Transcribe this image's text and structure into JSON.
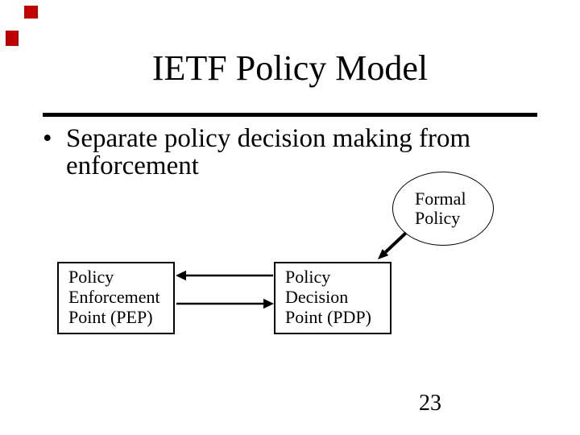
{
  "slide": {
    "title": "IETF Policy Model",
    "page_number": "23"
  },
  "colors": {
    "decoration_square": "#c00000",
    "ink": "#000000",
    "background": "#ffffff"
  },
  "bullet": {
    "marker": "•",
    "text": "Separate policy decision making from enforcement",
    "lines": [
      "Separate policy decision making from",
      "enforcement"
    ]
  },
  "diagram": {
    "formal_policy_ellipse": {
      "lines": [
        "Formal",
        "Policy"
      ]
    },
    "pep_box": {
      "lines": [
        "Policy",
        "Enforcement",
        "Point (PEP)"
      ]
    },
    "pdp_box": {
      "lines": [
        "Policy",
        "Decision",
        "Point (PDP)"
      ]
    },
    "arrows": [
      {
        "name": "pdp-to-pep",
        "direction": "right-to-left"
      },
      {
        "name": "pep-to-pdp",
        "direction": "left-to-right"
      },
      {
        "name": "formal-policy-to-pdp",
        "direction": "diagonal-down-left"
      }
    ]
  }
}
